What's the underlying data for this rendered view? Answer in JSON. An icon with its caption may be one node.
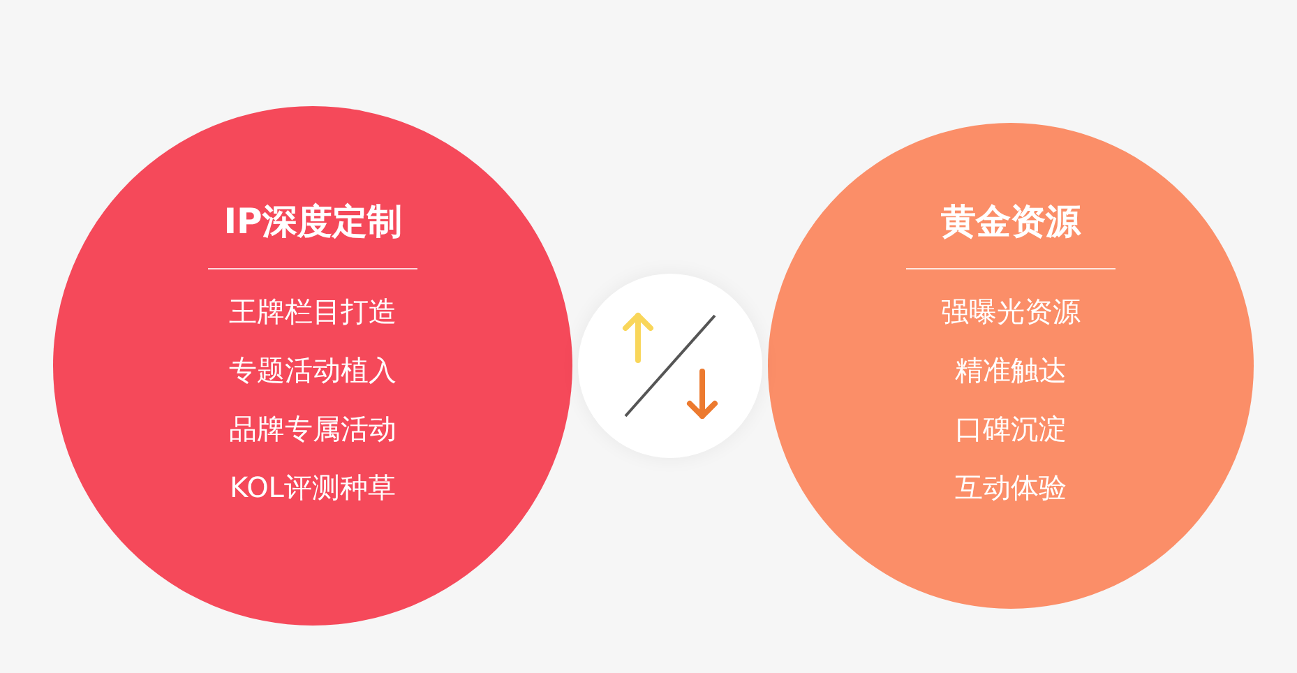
{
  "diagram": {
    "nodes": [
      {
        "text": [
          "IP深度定制",
          "王牌栏目打造",
          "专题活动植入",
          "品牌专属活动",
          "KOL评测种草"
        ]
      },
      {
        "text": [],
        "shape": "circle"
      },
      {
        "text": [
          "黄金资源",
          "强曝光资源",
          "精准触达",
          "口碑沉淀",
          "互动体验"
        ]
      }
    ],
    "edges": []
  }
}
